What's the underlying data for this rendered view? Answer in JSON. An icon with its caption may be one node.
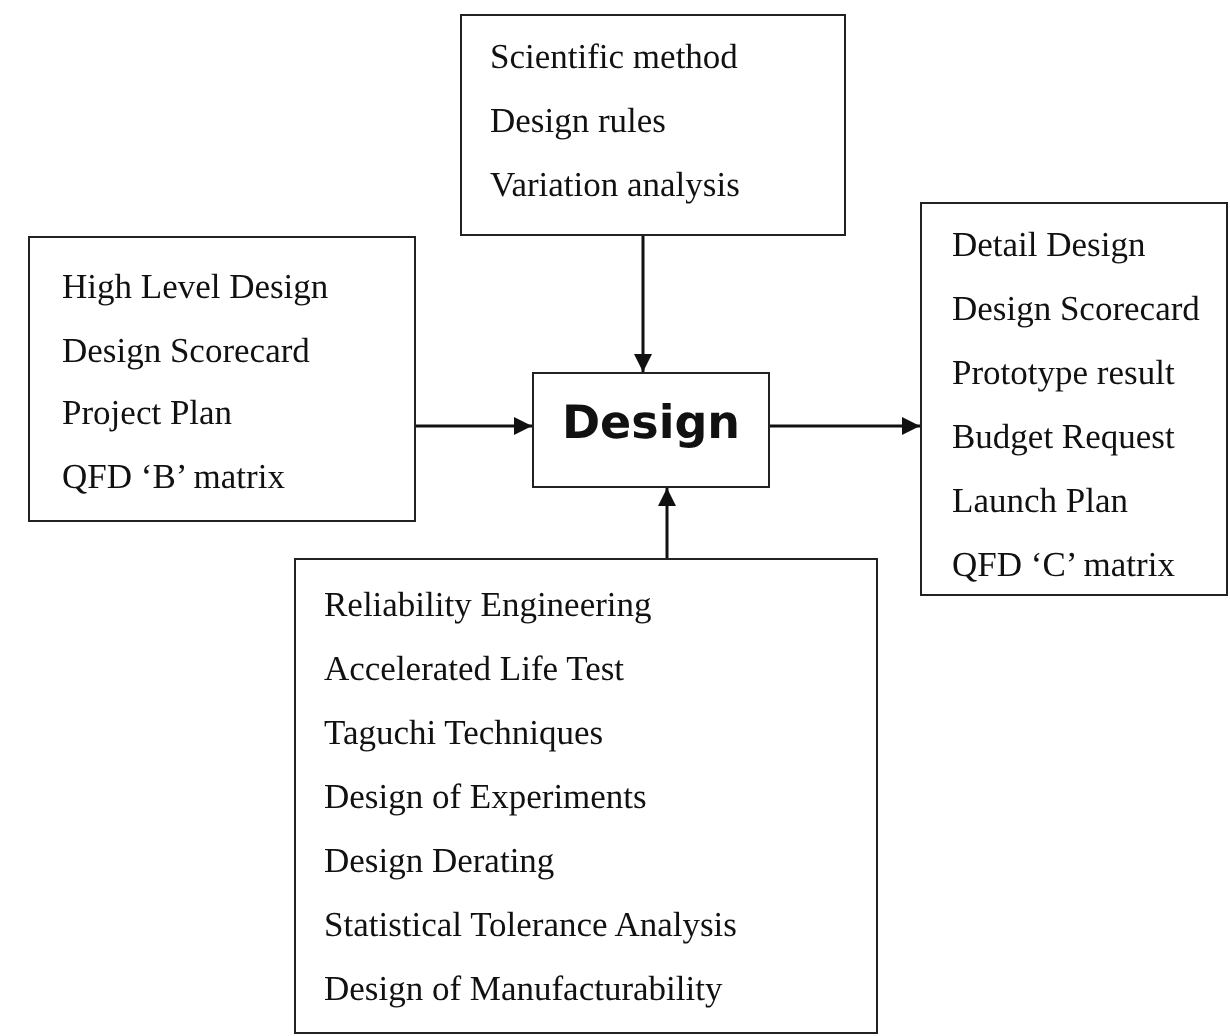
{
  "diagram": {
    "nodes": [
      {
        "text": [
          "Scientific method",
          "Design rules",
          "Variation analysis"
        ]
      },
      {
        "text": [
          "High Level Design",
          "Design Scorecard",
          "Project Plan",
          "QFD ‘B’ matrix"
        ]
      },
      {
        "text": [
          "Design"
        ]
      },
      {
        "text": [
          "Detail Design",
          "Design Scorecard",
          "Prototype result",
          "Budget Request",
          "Launch Plan",
          "QFD ‘C’ matrix"
        ]
      },
      {
        "text": [
          "Reliability Engineering",
          "Accelerated Life Test",
          "Taguchi Techniques",
          "Design of Experiments",
          "Design Derating",
          "Statistical Tolerance Analysis",
          "Design of Manufacturability"
        ]
      }
    ],
    "edges": [
      {
        "from": 0,
        "to": 2,
        "arrow": "to"
      },
      {
        "from": 1,
        "to": 2,
        "arrow": "to"
      },
      {
        "from": 2,
        "to": 3,
        "arrow": "to"
      },
      {
        "from": 4,
        "to": 2,
        "arrow": "to"
      }
    ]
  }
}
